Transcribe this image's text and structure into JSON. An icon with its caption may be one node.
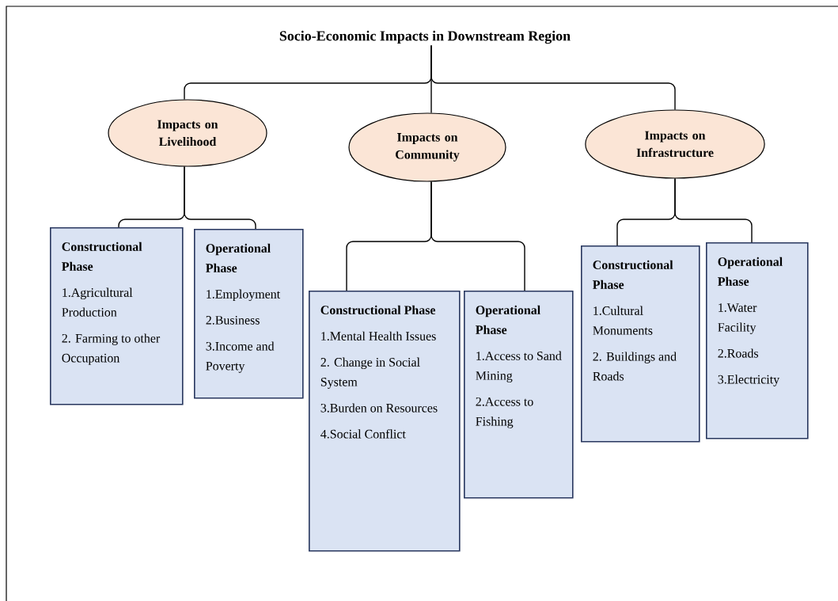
{
  "diagram": {
    "nodes": [
      {
        "text": [
          "Socio-Economic Impacts in Downstream Region"
        ]
      },
      {
        "text": [
          "Impacts on Livelihood"
        ]
      },
      {
        "text": [
          "Impacts on Community"
        ]
      },
      {
        "text": [
          "Impacts on Infrastructure"
        ]
      },
      {
        "text": [
          "Constructional Phase",
          "1.Agricultural Production",
          "2. Farming to other Occupation"
        ]
      },
      {
        "text": [
          "Operational Phase",
          "1.Employment",
          "2.Business",
          "3.Income and Poverty"
        ]
      },
      {
        "text": [
          "Constructional Phase",
          "1.Mental Health Issues",
          "2. Change in Social System",
          "3.Burden on Resources",
          "4.Social Conflict"
        ]
      },
      {
        "text": [
          "Operational Phase",
          "1.Access to Sand Mining",
          "2.Access to Fishing"
        ]
      },
      {
        "text": [
          "Constructional Phase",
          "1.Cultural Monuments",
          "2. Buildings and Roads"
        ]
      },
      {
        "text": [
          "Operational Phase",
          "1.Water Facility",
          "2.Roads",
          "3.Electricity"
        ]
      }
    ],
    "edges": [
      {
        "from": 0,
        "to": 1,
        "arrow": "none"
      },
      {
        "from": 0,
        "to": 2,
        "arrow": "none"
      },
      {
        "from": 0,
        "to": 3,
        "arrow": "none"
      },
      {
        "from": 1,
        "to": 4,
        "arrow": "none"
      },
      {
        "from": 1,
        "to": 5,
        "arrow": "none"
      },
      {
        "from": 2,
        "to": 6,
        "arrow": "none"
      },
      {
        "from": 2,
        "to": 7,
        "arrow": "none"
      },
      {
        "from": 3,
        "to": 8,
        "arrow": "none"
      },
      {
        "from": 3,
        "to": 9,
        "arrow": "none"
      }
    ]
  }
}
